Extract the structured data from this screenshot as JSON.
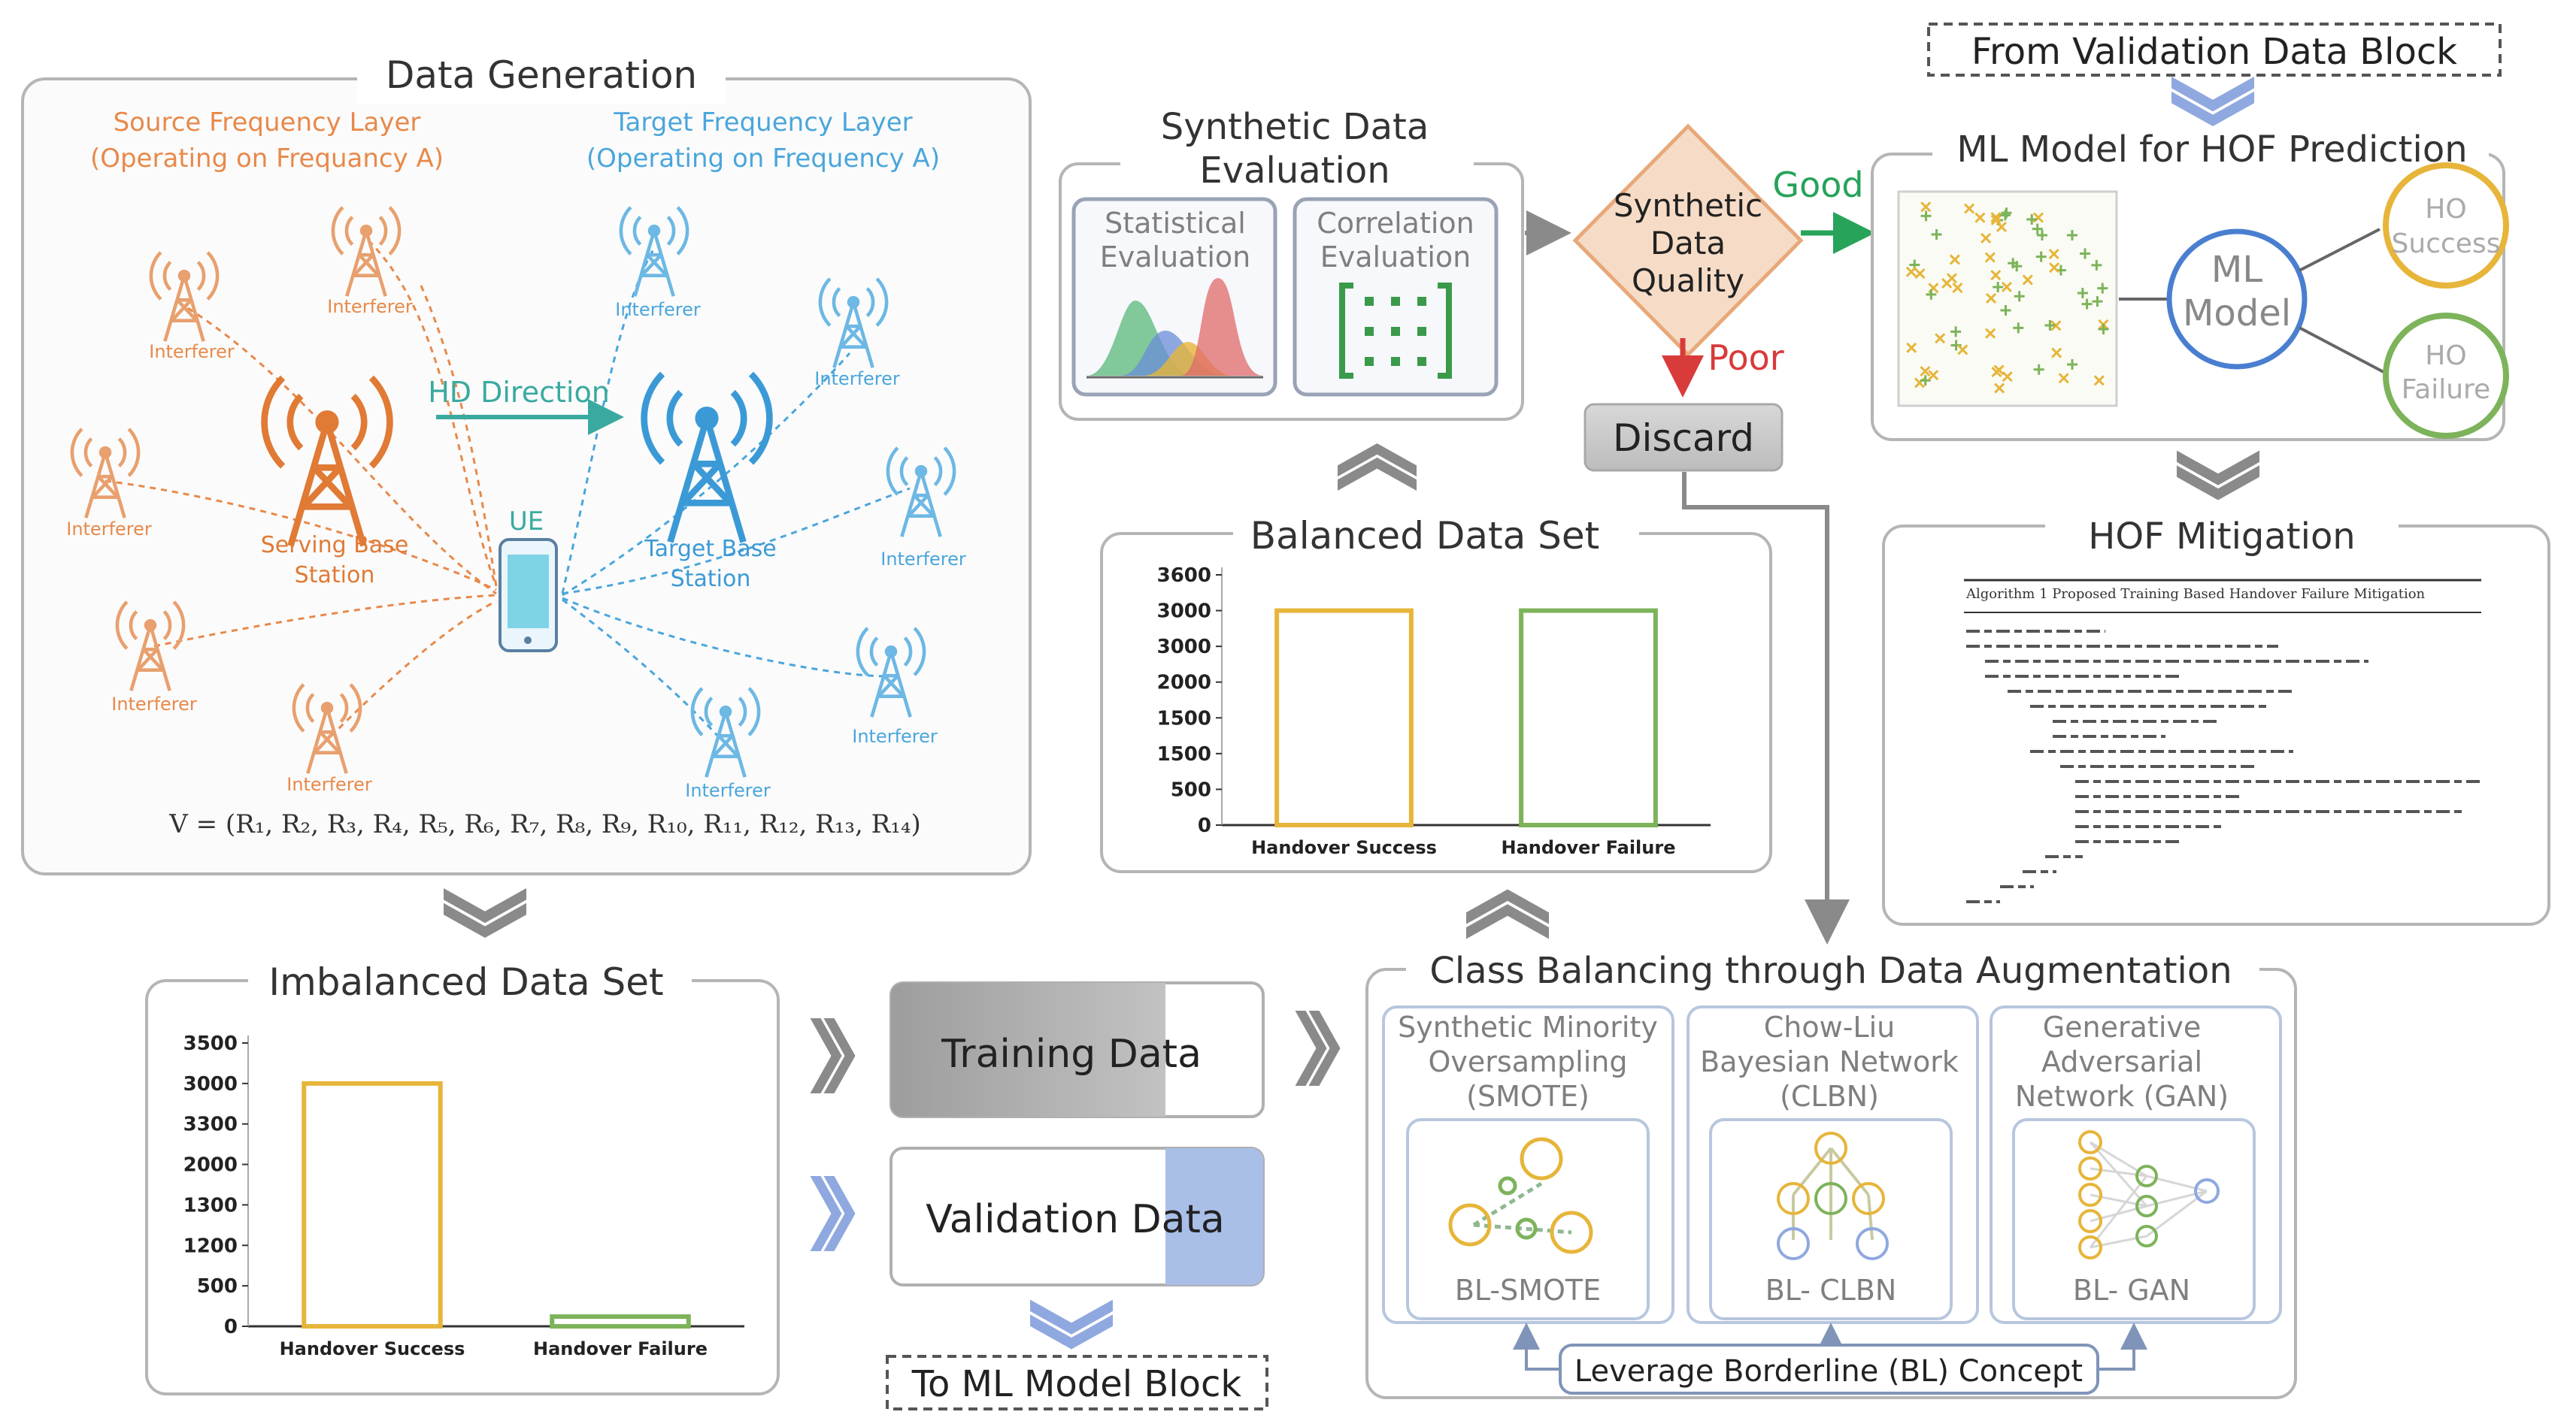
{
  "panels": {
    "data_generation": {
      "title": "Data Generation",
      "source_layer": [
        "Source Frequency Layer",
        "(Operating on Frequancy A)"
      ],
      "target_layer": [
        "Target Frequency Layer",
        "(Operating on Frequency A)"
      ],
      "hd_direction": "HD Direction",
      "ue_label": "UE",
      "serving_station": [
        "Serving Base",
        "Station"
      ],
      "target_station": [
        "Target Base",
        "Station"
      ],
      "interferer": "Interferer",
      "vector_formula": "V = (R₁, R₂, R₃, R₄, R₅, R₆, R₇, R₈, R₉, R₁₀, R₁₁, R₁₂, R₁₃, R₁₄)"
    },
    "synthetic_eval": {
      "title": [
        "Synthetic Data",
        "Evaluation"
      ],
      "statistical": [
        "Statistical",
        "Evaluation"
      ],
      "correlation": [
        "Correlation",
        "Evaluation"
      ]
    },
    "quality_check": {
      "label": [
        "Synthetic",
        "Data",
        "Quality"
      ],
      "good": "Good",
      "poor": "Poor",
      "discard": "Discard"
    },
    "validation_ref": "From Validation Data Block",
    "ml_model": {
      "title": "ML Model for HOF Prediction",
      "model": [
        "ML",
        "Model"
      ],
      "success": [
        "HO",
        "Success"
      ],
      "failure": [
        "HO",
        "Failure"
      ]
    },
    "hof_mitigation": {
      "title": "HOF Mitigation",
      "algorithm_heading": "Algorithm 1 Proposed Training Based Handover Failure Mitigation"
    },
    "balanced": {
      "title": "Balanced Data Set"
    },
    "imbalanced": {
      "title": "Imbalanced Data Set"
    },
    "training": "Training Data",
    "validation": "Validation Data",
    "to_ml": "To ML Model Block",
    "augmentation": {
      "title": "Class Balancing through Data Augmentation",
      "methods": [
        {
          "name": [
            "Synthetic Minority",
            "Oversampling",
            "(SMOTE)"
          ],
          "bl": "BL-SMOTE"
        },
        {
          "name": [
            "Chow-Liu",
            "Bayesian Network",
            "(CLBN)"
          ],
          "bl": "BL- CLBN"
        },
        {
          "name": [
            "Generative",
            "Adversarial",
            "Network (GAN)"
          ],
          "bl": "BL- GAN"
        }
      ],
      "leverage": "Leverage Borderline (BL) Concept"
    }
  },
  "colors": {
    "orange": "#e8894a",
    "blue": "#4aa6dc",
    "teal": "#3aaaa0",
    "green": "#27a35a",
    "red": "#d93a3a",
    "yellow_bar": "#e6b53a",
    "green_bar": "#7db35a",
    "slate": "#7f94b8"
  },
  "chart_data": [
    {
      "type": "bar",
      "title": "Balanced Data Set",
      "categories": [
        "Handover Success",
        "Handover Failure"
      ],
      "values": [
        3000,
        3000
      ],
      "tick_labels": [
        "0",
        "500",
        "1500",
        "1500",
        "2000",
        "3000",
        "3000",
        "3600"
      ],
      "ylim": [
        0,
        3500
      ]
    },
    {
      "type": "bar",
      "title": "Imbalanced Data Set",
      "categories": [
        "Handover Success",
        "Handover Failure"
      ],
      "values": [
        3000,
        120
      ],
      "tick_labels": [
        "0",
        "500",
        "1200",
        "1300",
        "2000",
        "3300",
        "3000",
        "3500"
      ],
      "ylim": [
        0,
        3500
      ]
    }
  ]
}
